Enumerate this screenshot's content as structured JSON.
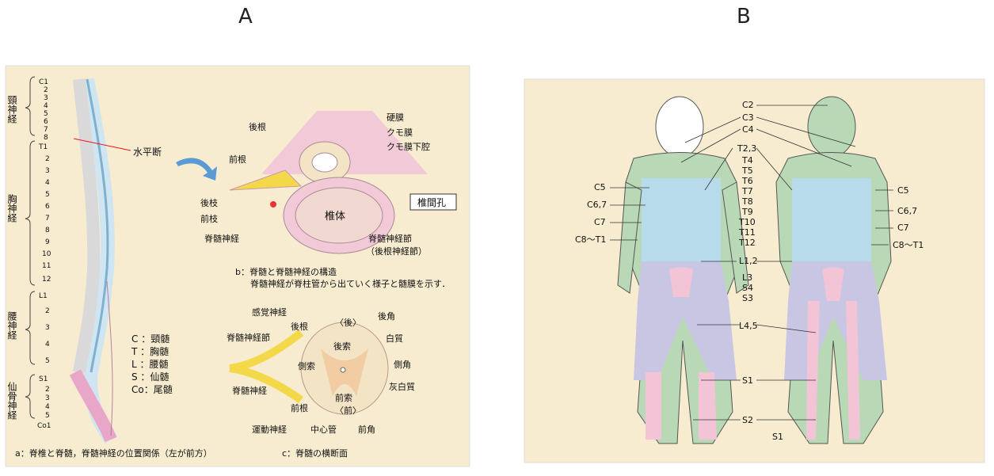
{
  "panels": {
    "a_label": "A",
    "b_label": "B"
  },
  "panel_a": {
    "regions": {
      "cervical": "頸神経",
      "thoracic": "胸神経",
      "lumbar": "腰神経",
      "sacral": "仙骨神経"
    },
    "cervical_labels": [
      "C1",
      "2",
      "3",
      "4",
      "5",
      "6",
      "7",
      "8"
    ],
    "thoracic_labels": [
      "T1",
      "2",
      "3",
      "4",
      "5",
      "6",
      "7",
      "8",
      "9",
      "10",
      "11",
      "12"
    ],
    "lumbar_labels": [
      "L1",
      "2",
      "3",
      "4",
      "5"
    ],
    "sacral_labels": [
      "S1",
      "2",
      "3",
      "4",
      "5",
      "Co1"
    ],
    "horizontal_section": "水平断",
    "legend": [
      "C ：頸髄",
      "T ：胸髄",
      "L ：腰髄",
      "S ：仙髄",
      "Co：尾髄"
    ],
    "caption_a": "a：脊椎と脊髄，脊髄神経の位置関係（左が前方）",
    "b": {
      "dorsal_root": "後根",
      "ventral_root": "前根",
      "dorsal_ramus": "後枝",
      "ventral_ramus": "前枝",
      "spinal_nerve": "脊髄神経",
      "dura": "硬膜",
      "arachnoid": "クモ膜",
      "subarachnoid": "クモ膜下腔",
      "foramen": "椎間孔",
      "vertebral_body": "椎体",
      "ganglion": "脊髄神経節",
      "ganglion_alt": "（後根神経節）",
      "caption_title": "b：脊髄と脊髄神経の構造",
      "caption_desc": "脊髄神経が脊柱管から出ていく様子と髄膜を示す．"
    },
    "c": {
      "sensory_nerve": "感覚神経",
      "dorsal_root": "後根",
      "posterior": "〈後〉",
      "dorsal_horn": "後角",
      "ganglion": "脊髄神経節",
      "dorsal_column": "後索",
      "white_matter": "白質",
      "lateral_column": "側索",
      "lateral_horn": "側角",
      "gray_matter": "灰白質",
      "spinal_nerve": "脊髄神経",
      "ventral_column": "前索",
      "anterior": "〈前〉",
      "ventral_root": "前根",
      "motor_nerve": "運動神経",
      "central_canal": "中心管",
      "ventral_horn": "前角",
      "caption": "c：脊髄の横断面"
    }
  },
  "panel_b": {
    "front_left": [
      "C5",
      "C6,7",
      "C7",
      "C8〜T1"
    ],
    "center": [
      "C2",
      "C3",
      "C4",
      "T2,3",
      "T4",
      "T5",
      "T6",
      "T7",
      "T8",
      "T9",
      "T10",
      "T11",
      "T12",
      "L1,2",
      "L3",
      "S4",
      "S3",
      "L4,5",
      "S1",
      "S2"
    ],
    "right": [
      "C5",
      "C6,7",
      "C7",
      "C8〜T1"
    ],
    "back_bottom": "S1"
  },
  "colors": {
    "beige": "#f7ecd0",
    "green": "#b9d9b6",
    "blue": "#b7dbea",
    "lavender": "#c9c6e4",
    "pink": "#f2c4d6",
    "nerve": "#f3d84a"
  }
}
